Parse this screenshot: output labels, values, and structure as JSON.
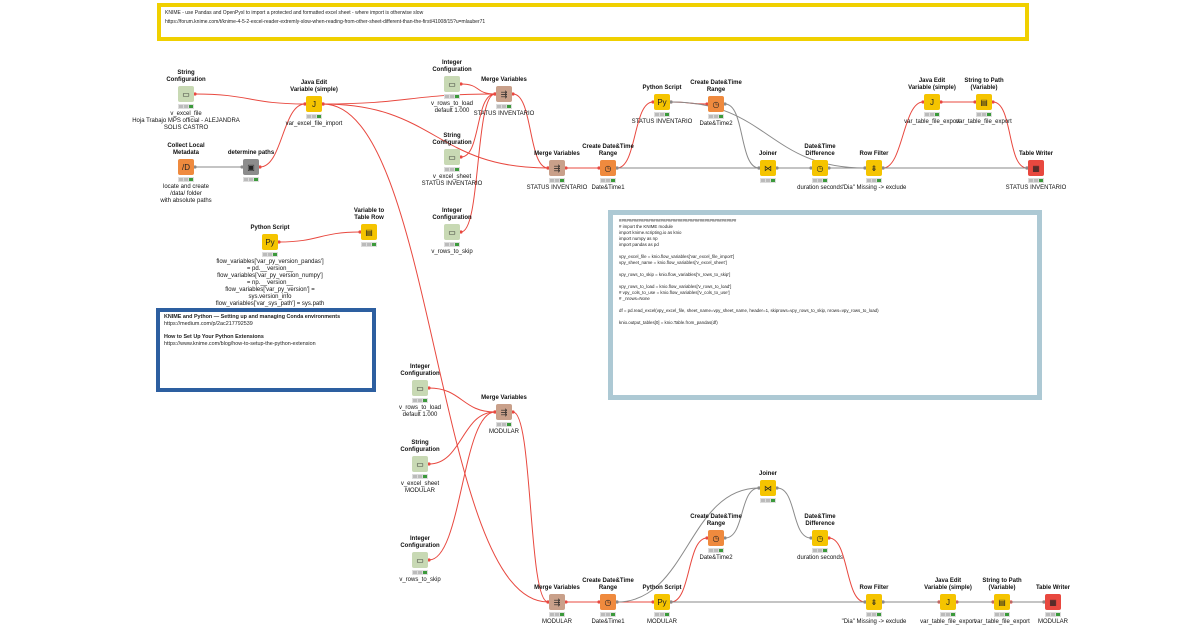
{
  "annotations": {
    "top": {
      "line1": "KNIME - use Pandas and OpenPyxl to import a protected and formatted excel sheet - where import is otherwise slow",
      "line2": "https://forum.knime.com/t/knime-4-5-2-excel-reader-extremly-slow-when-reading-from-other-sheet-different-than-the-first/41008/15?u=mlauber71"
    },
    "blue": {
      "line1": "KNIME and Python — Setting up and managing Conda environments",
      "line2": "https://medium.com/p/2ac217792539",
      "line3": "How to Set Up Your Python Extensions",
      "line4": "https://www.knime.com/blog/how-to-setup-the-python-extension"
    },
    "code": [
      "################################################",
      "# import the KNIME module",
      "import knime.scripting.io as knio",
      "import numpy as np",
      "import pandas as pd",
      "",
      "vpy_excel_file = knio.flow_variables['var_excel_file_import']",
      "vpy_sheet_name = knio.flow_variables['v_excel_sheet']",
      "",
      "vpy_rows_to_skip = knio.flow_variables['v_rows_to_skip']",
      "",
      "vpy_rows_to_load = knio.flow_variables['v_rows_to_load']",
      "# vpy_cols_to_use = knio.flow_variables['v_cols_to_use']",
      "# _nrows=None",
      "",
      "df = pd.read_excel(vpy_excel_file, sheet_name=vpy_sheet_name, header=1, skiprows=vpy_rows_to_skip, nrows=vpy_rows_to_load)",
      "",
      "knio.output_tables[0] = knio.Table.from_pandas(df)"
    ]
  },
  "nodes": [
    {
      "id": "strcfg1",
      "title": "String\nConfiguration",
      "label": "v_excel_file\nHoja Trabajo MPS official - ALEJANDRA SOLIS CASTRO",
      "icon": "string-config-icon",
      "color": "#c8d9b4",
      "glyph": "▭"
    },
    {
      "id": "javaedit1",
      "title": "Java Edit\nVariable (simple)",
      "label": "var_excel_file_import",
      "icon": "java-edit-icon",
      "color": "#f5c400",
      "glyph": "J"
    },
    {
      "id": "collect",
      "title": "Collect Local\nMetadata",
      "label": "locate and create\n/data/ folder\nwith absolute paths",
      "icon": "metadata-icon",
      "color": "#ef8a3e",
      "glyph": "/D"
    },
    {
      "id": "paths",
      "title": "determine paths",
      "label": "",
      "icon": "component-icon",
      "color": "#8c8c8c",
      "glyph": "▣"
    },
    {
      "id": "pyscript0",
      "title": "Python Script",
      "label": "flow_variables['var_py_version_pandas'] = pd.__version__\nflow_variables['var_py_version_numpy'] = np.__version__\nflow_variables['var_py_version'] = sys.version_info\nflow_variables['var_sys_path'] = sys.path",
      "icon": "python-icon",
      "color": "#f5c400",
      "glyph": "Py"
    },
    {
      "id": "var2row",
      "title": "Variable to\nTable Row",
      "label": "",
      "icon": "variable-to-row-icon",
      "color": "#f5c400",
      "glyph": "▤"
    },
    {
      "id": "intcfg1",
      "title": "Integer\nConfiguration",
      "label": "v_rows_to_load\ndefault 1.000",
      "icon": "integer-config-icon",
      "color": "#c8d9b4",
      "glyph": "▭"
    },
    {
      "id": "mergevar1",
      "title": "Merge Variables",
      "label": "STATUS INVENTARIO",
      "icon": "merge-variables-icon",
      "color": "#c9a08a",
      "glyph": "⇶"
    },
    {
      "id": "strcfg2",
      "title": "String\nConfiguration",
      "label": "v_excel_sheet\nSTATUS INVENTARIO",
      "icon": "string-config-icon",
      "color": "#c8d9b4",
      "glyph": "▭"
    },
    {
      "id": "intcfg2",
      "title": "Integer\nConfiguration",
      "label": "v_rows_to_skip",
      "icon": "integer-config-icon",
      "color": "#c8d9b4",
      "glyph": "▭"
    },
    {
      "id": "mergevar2",
      "title": "Merge Variables",
      "label": "STATUS INVENTARIO",
      "icon": "merge-variables-icon",
      "color": "#c9a08a",
      "glyph": "⇶"
    },
    {
      "id": "dtrange1",
      "title": "Create Date&Time\nRange",
      "label": "Date&Time1",
      "icon": "datetime-range-icon",
      "color": "#ef8a3e",
      "glyph": "◷"
    },
    {
      "id": "pyscript1",
      "title": "Python Script",
      "label": "STATUS INVENTARIO",
      "icon": "python-icon",
      "color": "#f5c400",
      "glyph": "Py"
    },
    {
      "id": "dtrange2",
      "title": "Create Date&Time\nRange",
      "label": "Date&Time2",
      "icon": "datetime-range-icon",
      "color": "#ef8a3e",
      "glyph": "◷"
    },
    {
      "id": "joiner1",
      "title": "Joiner",
      "label": "",
      "icon": "joiner-icon",
      "color": "#f5c400",
      "glyph": "⋈"
    },
    {
      "id": "dtdiff1",
      "title": "Date&Time\nDifference",
      "label": "duration seconds",
      "icon": "datetime-diff-icon",
      "color": "#f5c400",
      "glyph": "◷"
    },
    {
      "id": "rowfilter1",
      "title": "Row Filter",
      "label": "\"Dia\" Missing -> exclude",
      "icon": "row-filter-icon",
      "color": "#f5c400",
      "glyph": "⇟"
    },
    {
      "id": "javaedit2",
      "title": "Java Edit\nVariable (simple)",
      "label": "var_table_file_export",
      "icon": "java-edit-icon",
      "color": "#f5c400",
      "glyph": "J"
    },
    {
      "id": "str2path1",
      "title": "String to Path\n(Variable)",
      "label": "var_table_file_export",
      "icon": "string-to-path-icon",
      "color": "#f5c400",
      "glyph": "▤"
    },
    {
      "id": "tablewriter1",
      "title": "Table Writer",
      "label": "STATUS INVENTARIO",
      "icon": "table-writer-icon",
      "color": "#e8483f",
      "glyph": "▦"
    },
    {
      "id": "intcfg3",
      "title": "Integer\nConfiguration",
      "label": "v_rows_to_load\ndefault 1.000",
      "icon": "integer-config-icon",
      "color": "#c8d9b4",
      "glyph": "▭"
    },
    {
      "id": "mergevar3",
      "title": "Merge Variables",
      "label": "MODULAR",
      "icon": "merge-variables-icon",
      "color": "#c9a08a",
      "glyph": "⇶"
    },
    {
      "id": "strcfg3",
      "title": "String\nConfiguration",
      "label": "v_excel_sheet\nMODULAR",
      "icon": "string-config-icon",
      "color": "#c8d9b4",
      "glyph": "▭"
    },
    {
      "id": "intcfg4",
      "title": "Integer\nConfiguration",
      "label": "v_rows_to_skip",
      "icon": "integer-config-icon",
      "color": "#c8d9b4",
      "glyph": "▭"
    },
    {
      "id": "joiner2",
      "title": "Joiner",
      "label": "",
      "icon": "joiner-icon",
      "color": "#f5c400",
      "glyph": "⋈"
    },
    {
      "id": "dtrange3",
      "title": "Create Date&Time\nRange",
      "label": "Date&Time2",
      "icon": "datetime-range-icon",
      "color": "#ef8a3e",
      "glyph": "◷"
    },
    {
      "id": "dtdiff2",
      "title": "Date&Time\nDifference",
      "label": "duration seconds",
      "icon": "datetime-diff-icon",
      "color": "#f5c400",
      "glyph": "◷"
    },
    {
      "id": "mergevar4",
      "title": "Merge Variables",
      "label": "MODULAR",
      "icon": "merge-variables-icon",
      "color": "#c9a08a",
      "glyph": "⇶"
    },
    {
      "id": "dtrange4",
      "title": "Create Date&Time\nRange",
      "label": "Date&Time1",
      "icon": "datetime-range-icon",
      "color": "#ef8a3e",
      "glyph": "◷"
    },
    {
      "id": "pyscript2",
      "title": "Python Script",
      "label": "MODULAR",
      "icon": "python-icon",
      "color": "#f5c400",
      "glyph": "Py"
    },
    {
      "id": "rowfilter2",
      "title": "Row Filter",
      "label": "\"Dia\" Missing -> exclude",
      "icon": "row-filter-icon",
      "color": "#f5c400",
      "glyph": "⇟"
    },
    {
      "id": "javaedit3",
      "title": "Java Edit\nVariable (simple)",
      "label": "var_table_file_export",
      "icon": "java-edit-icon",
      "color": "#f5c400",
      "glyph": "J"
    },
    {
      "id": "str2path2",
      "title": "String to Path\n(Variable)",
      "label": "var_table_file_export",
      "icon": "string-to-path-icon",
      "color": "#f5c400",
      "glyph": "▤"
    },
    {
      "id": "tablewriter2",
      "title": "Table Writer",
      "label": "MODULAR",
      "icon": "table-writer-icon",
      "color": "#e8483f",
      "glyph": "▦"
    }
  ],
  "connections": [
    {
      "from": "strcfg1",
      "to": "javaedit1",
      "kind": "variable"
    },
    {
      "from": "collect",
      "to": "paths",
      "kind": "data"
    },
    {
      "from": "paths",
      "to": "javaedit1",
      "kind": "variable"
    },
    {
      "from": "pyscript0",
      "to": "var2row",
      "kind": "variable"
    },
    {
      "from": "javaedit1",
      "to": "mergevar1",
      "kind": "variable"
    },
    {
      "from": "intcfg1",
      "to": "mergevar1",
      "kind": "variable"
    },
    {
      "from": "strcfg2",
      "to": "mergevar1",
      "kind": "variable"
    },
    {
      "from": "intcfg2",
      "to": "mergevar1",
      "kind": "variable"
    },
    {
      "from": "mergevar1",
      "to": "mergevar2",
      "kind": "variable"
    },
    {
      "from": "javaedit1",
      "to": "mergevar2",
      "kind": "variable"
    },
    {
      "from": "mergevar2",
      "to": "dtrange1",
      "kind": "variable"
    },
    {
      "from": "dtrange1",
      "to": "pyscript1",
      "kind": "variable"
    },
    {
      "from": "pyscript1",
      "to": "dtrange2",
      "kind": "variable"
    },
    {
      "from": "dtrange2",
      "to": "joiner1",
      "kind": "data"
    },
    {
      "from": "dtrange1",
      "to": "joiner1",
      "kind": "data"
    },
    {
      "from": "joiner1",
      "to": "dtdiff1",
      "kind": "data"
    },
    {
      "from": "dtdiff1",
      "to": "rowfilter1",
      "kind": "data"
    },
    {
      "from": "pyscript1",
      "to": "rowfilter1",
      "kind": "data"
    },
    {
      "from": "rowfilter1",
      "to": "javaedit2",
      "kind": "variable"
    },
    {
      "from": "javaedit2",
      "to": "str2path1",
      "kind": "variable"
    },
    {
      "from": "str2path1",
      "to": "tablewriter1",
      "kind": "variable"
    },
    {
      "from": "rowfilter1",
      "to": "tablewriter1",
      "kind": "data"
    },
    {
      "from": "javaedit1",
      "to": "mergevar4",
      "kind": "variable"
    },
    {
      "from": "intcfg3",
      "to": "mergevar3",
      "kind": "variable"
    },
    {
      "from": "strcfg3",
      "to": "mergevar3",
      "kind": "variable"
    },
    {
      "from": "intcfg4",
      "to": "mergevar3",
      "kind": "variable"
    },
    {
      "from": "mergevar3",
      "to": "mergevar4",
      "kind": "variable"
    },
    {
      "from": "mergevar4",
      "to": "dtrange4",
      "kind": "variable"
    },
    {
      "from": "dtrange4",
      "to": "pyscript2",
      "kind": "variable"
    },
    {
      "from": "pyscript2",
      "to": "dtrange3",
      "kind": "variable"
    },
    {
      "from": "dtrange3",
      "to": "joiner2",
      "kind": "data"
    },
    {
      "from": "dtrange4",
      "to": "joiner2",
      "kind": "data"
    },
    {
      "from": "joiner2",
      "to": "dtdiff2",
      "kind": "data"
    },
    {
      "from": "dtdiff2",
      "to": "rowfilter2",
      "kind": "variable"
    },
    {
      "from": "pyscript2",
      "to": "rowfilter2",
      "kind": "data"
    },
    {
      "from": "rowfilter2",
      "to": "javaedit3",
      "kind": "variable"
    },
    {
      "from": "javaedit3",
      "to": "str2path2",
      "kind": "variable"
    },
    {
      "from": "str2path2",
      "to": "tablewriter2",
      "kind": "variable"
    },
    {
      "from": "rowfilter2",
      "to": "tablewriter2",
      "kind": "data"
    }
  ],
  "colors": {
    "variable_wire": "#e8483f",
    "data_wire": "#8a8a8a",
    "status_ok": "#3c9a3c"
  }
}
